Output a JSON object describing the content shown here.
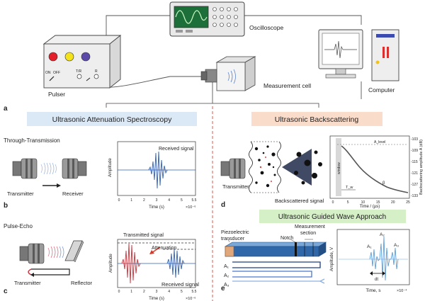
{
  "equipment": {
    "oscilloscope": "Oscilloscope",
    "pulser": "Pulser",
    "pulser_on": "ON",
    "pulser_off": "OFF",
    "pulser_tr": "T/R",
    "pulser_r": "R",
    "computer": "Computer",
    "measurement_cell": "Measurement cell"
  },
  "panel_labels": {
    "a": "a",
    "b": "b",
    "c": "c",
    "d": "d",
    "e": "e"
  },
  "sections": {
    "attenuation": "Ultrasonic Attenuation Spectroscopy",
    "backscattering": "Ultrasonic Backscattering",
    "guided": "Ultrasonic Guided Wave Approach"
  },
  "through_transmission": {
    "title": "Through-Transmission",
    "transmitter": "Transmitter",
    "receiver": "Receiver",
    "plot_ylabel": "Amplitude",
    "plot_xlabel": "Time (s)",
    "plot_annotation": "Received signal",
    "plot_exponent": "×10⁻⁶",
    "xticks": [
      "0",
      "1",
      "2",
      "3",
      "4",
      "5",
      "5.5"
    ]
  },
  "pulse_echo": {
    "title": "Pulse-Echo",
    "transmitter": "Transmitter",
    "reflector": "Reflector",
    "plot_ylabel": "Amplitude",
    "plot_xlabel": "Time (s)",
    "transmitted": "Transmitted signal",
    "attenuation": "Attenuation",
    "received": "Received signal",
    "plot_exponent": "×10⁻⁶",
    "xticks": [
      "0",
      "1",
      "2",
      "3",
      "4",
      "5",
      "5.5"
    ]
  },
  "backscatter": {
    "transmitter": "Transmitter",
    "backscattered": "Backscattered signal",
    "window": "window",
    "ylabel": "Backscattering amplitude A (dB)",
    "xlabel": "Time / (µs)",
    "yticks": [
      "-103",
      "-109",
      "-115",
      "-121",
      "-127",
      "-133"
    ],
    "xticks": [
      "0",
      "5",
      "10",
      "15",
      "20",
      "25"
    ],
    "a_level": "A_level",
    "t_w": "T_w",
    "beta": "β"
  },
  "guided": {
    "piezo": "Piezoelectric transducer",
    "notch": "Notch",
    "measurement": "Measurement section",
    "a1": "A₁",
    "a2": "A₂",
    "a3": "A₃",
    "ylabel": "Amplitude, V",
    "xlabel": "Time, s",
    "exponent": "×10⁻⁴",
    "dt": "dt",
    "peak_a1": "A₁",
    "peak_a2": "A₂",
    "peak_a3": "A₃"
  },
  "colors": {
    "attenuation_bg": "#dbe8f5",
    "backscatter_bg": "#fadccb",
    "guided_bg": "#d5efc7",
    "signal_blue": "#2f5fb3",
    "signal_red": "#c8323a",
    "divider": "#e05a4a"
  }
}
